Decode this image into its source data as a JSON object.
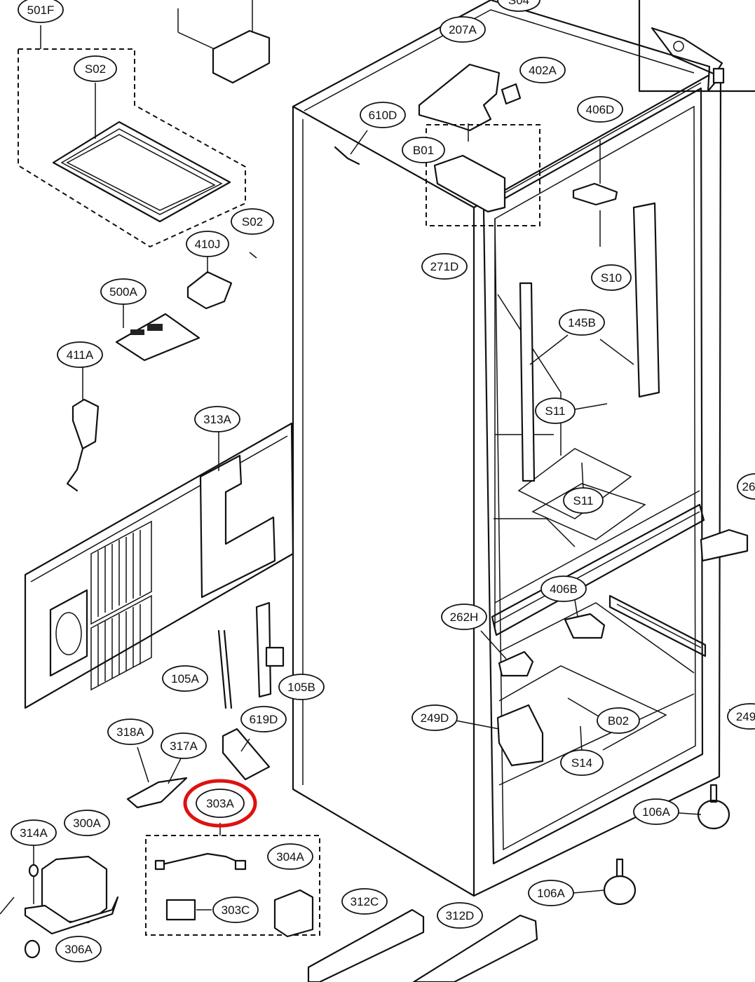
{
  "highlight": {
    "part": "303A",
    "color": "#e01010"
  },
  "parts": [
    "501F",
    "S02",
    "S02",
    "410J",
    "500A",
    "411A",
    "313A",
    "207A",
    "S04",
    "402A",
    "610D",
    "406D",
    "B01",
    "271D",
    "S10",
    "145B",
    "S11",
    "S11",
    "406B",
    "262H",
    "105A",
    "105B",
    "619D",
    "318A",
    "317A",
    "249D",
    "B02",
    "S14",
    "303A",
    "314A",
    "300A",
    "304A",
    "303C",
    "306A",
    "312C",
    "312D",
    "106A",
    "106A",
    "249",
    "26"
  ]
}
